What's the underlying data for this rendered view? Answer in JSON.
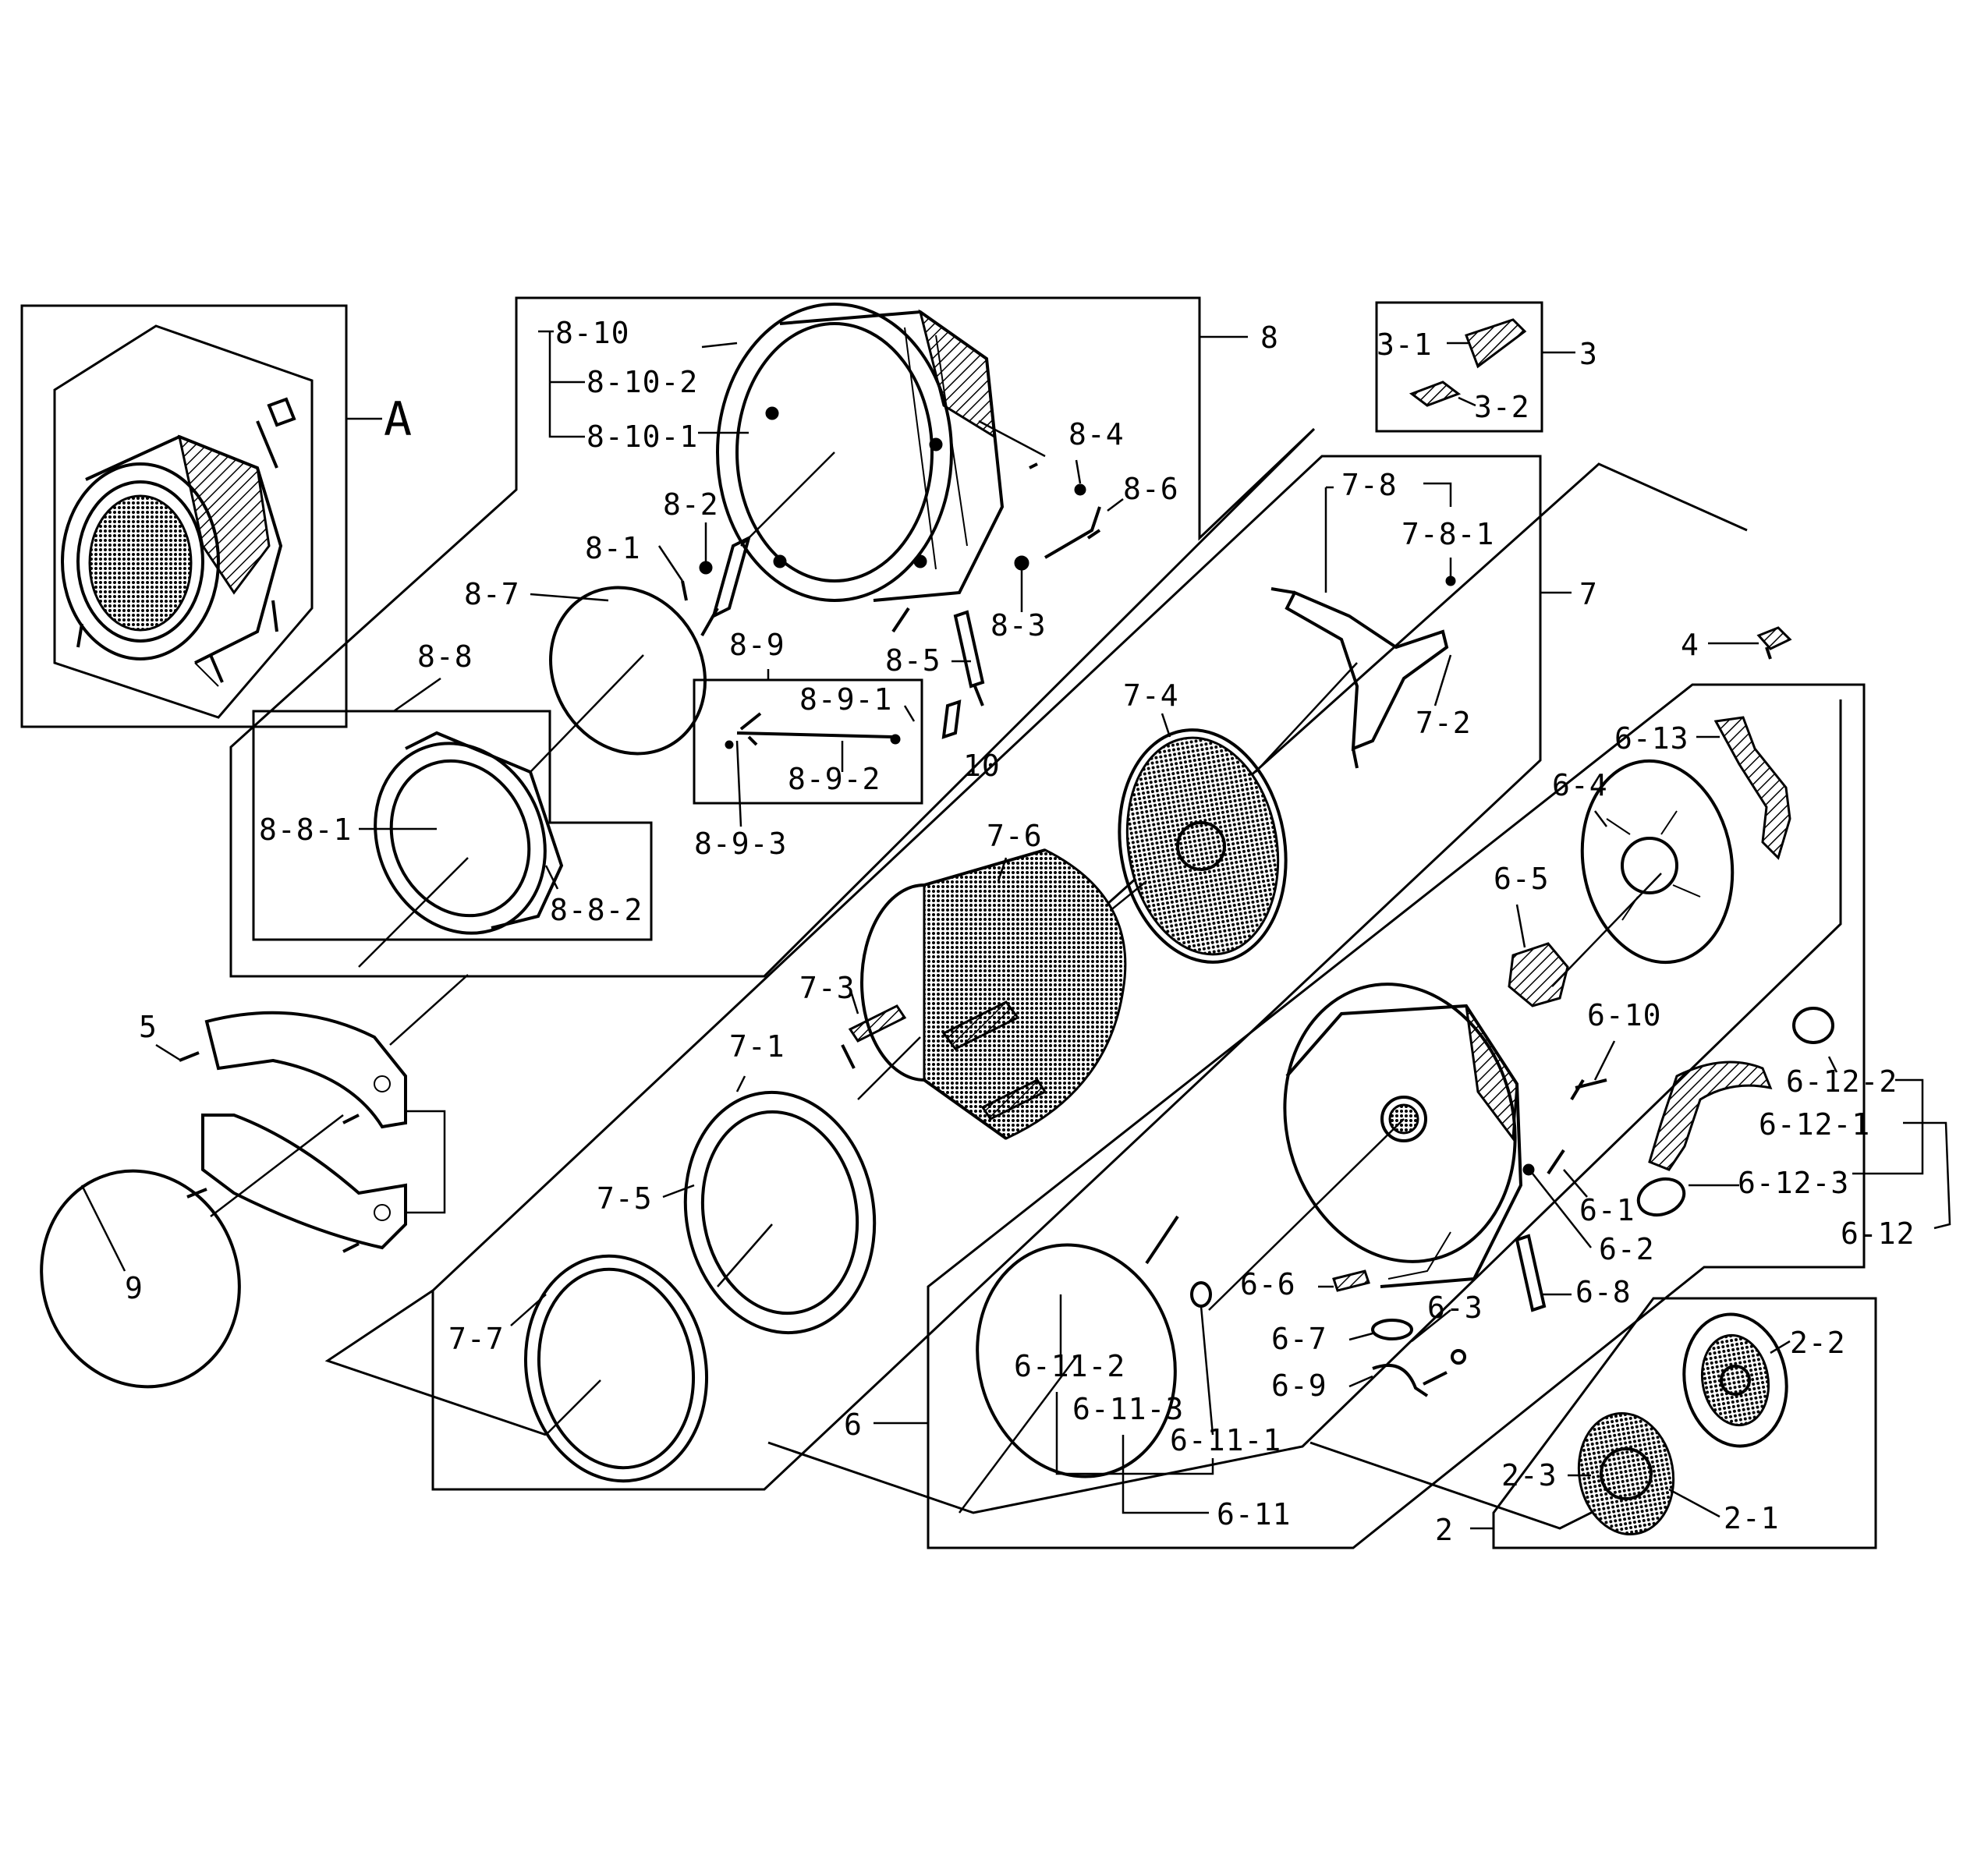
{
  "callouts": {
    "A": "A",
    "c2": "2",
    "c2_1": "2-1",
    "c2_2": "2-2",
    "c2_3": "2-3",
    "c3": "3",
    "c3_1": "3-1",
    "c3_2": "3-2",
    "c4": "4",
    "c5": "5",
    "c6": "6",
    "c6_1": "6-1",
    "c6_2": "6-2",
    "c6_3": "6-3",
    "c6_4": "6-4",
    "c6_5": "6-5",
    "c6_6": "6-6",
    "c6_7": "6-7",
    "c6_8": "6-8",
    "c6_9": "6-9",
    "c6_10": "6-10",
    "c6_11": "6-11",
    "c6_11_1": "6-11-1",
    "c6_11_2": "6-11-2",
    "c6_11_3": "6-11-3",
    "c6_12": "6-12",
    "c6_12_1": "6-12-1",
    "c6_12_2": "6-12-2",
    "c6_12_3": "6-12-3",
    "c6_13": "6-13",
    "c7": "7",
    "c7_1": "7-1",
    "c7_2": "7-2",
    "c7_3": "7-3",
    "c7_4": "7-4",
    "c7_5": "7-5",
    "c7_6": "7-6",
    "c7_7": "7-7",
    "c7_8": "7-8",
    "c7_8_1": "7-8-1",
    "c8": "8",
    "c8_1": "8-1",
    "c8_2": "8-2",
    "c8_3": "8-3",
    "c8_4": "8-4",
    "c8_5": "8-5",
    "c8_6": "8-6",
    "c8_7": "8-7",
    "c8_8": "8-8",
    "c8_8_1": "8-8-1",
    "c8_8_2": "8-8-2",
    "c8_9": "8-9",
    "c8_9_1": "8-9-1",
    "c8_9_2": "8-9-2",
    "c8_9_3": "8-9-3",
    "c8_10": "8-10",
    "c8_10_1": "8-10-1",
    "c8_10_2": "8-10-2",
    "c9": "9",
    "c10": "10"
  }
}
